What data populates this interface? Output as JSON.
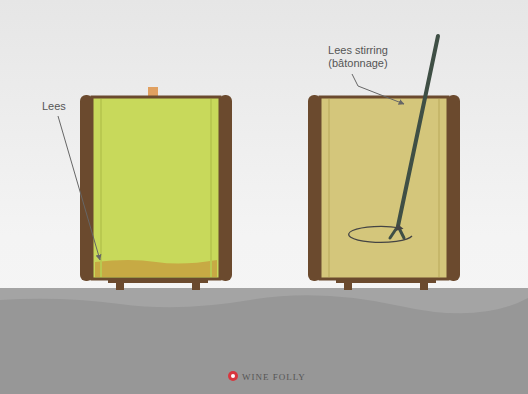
{
  "diagram": {
    "labels": [
      "Lees",
      "Lees stirring (bâtonnage)",
      "WINE FOLLY"
    ]
  }
}
